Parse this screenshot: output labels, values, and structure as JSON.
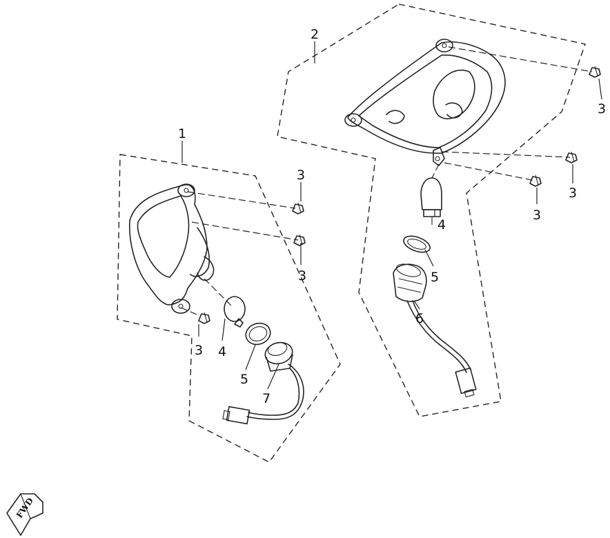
{
  "callouts": {
    "assembly_1": "1",
    "assembly_2": "2",
    "screw": "3",
    "bulb": "4",
    "gasket": "5",
    "socket_6": "6",
    "socket_7": "7"
  },
  "direction_label": "FWD"
}
